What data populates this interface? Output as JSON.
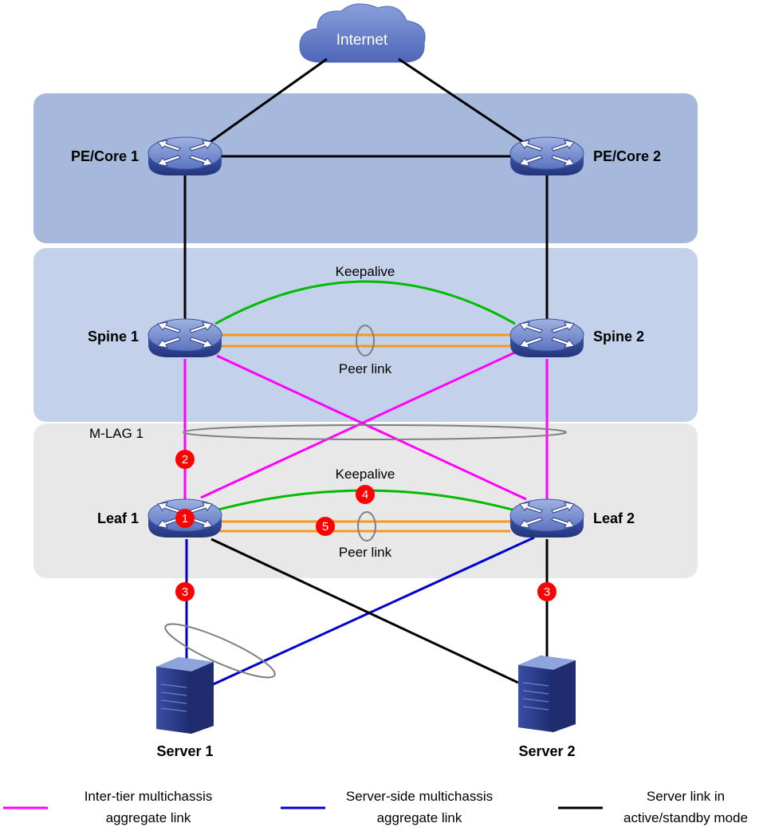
{
  "cloud": {
    "label": "Internet"
  },
  "tiers": {
    "core": {
      "left_label": "PE/Core 1",
      "right_label": "PE/Core 2"
    },
    "spine": {
      "left_label": "Spine 1",
      "right_label": "Spine 2",
      "keepalive_label": "Keepalive",
      "peer_link_label": "Peer link"
    },
    "leaf": {
      "left_label": "Leaf 1",
      "right_label": "Leaf 2",
      "keepalive_label": "Keepalive",
      "peer_link_label": "Peer link"
    }
  },
  "mlag_label": "M-LAG 1",
  "servers": {
    "left_label": "Server 1",
    "right_label": "Server 2"
  },
  "badges": [
    "1",
    "2",
    "3",
    "4",
    "5",
    "3"
  ],
  "legend": [
    {
      "line1": "Inter-tier multichassis",
      "line2": "aggregate link",
      "color": "#ff00ff"
    },
    {
      "line1": "Server-side multichassis",
      "line2": "aggregate link",
      "color": "#0000cc"
    },
    {
      "line1": "Server link in",
      "line2": "active/standby mode",
      "color": "#000000"
    }
  ],
  "colors": {
    "core_band": "#a6b9dd",
    "spine_band": "#c3d2ea",
    "leaf_band": "#e9e8e8",
    "keepalive": "#00bb00",
    "peer_link": "#f39a1b",
    "badge": "#ff0000"
  }
}
